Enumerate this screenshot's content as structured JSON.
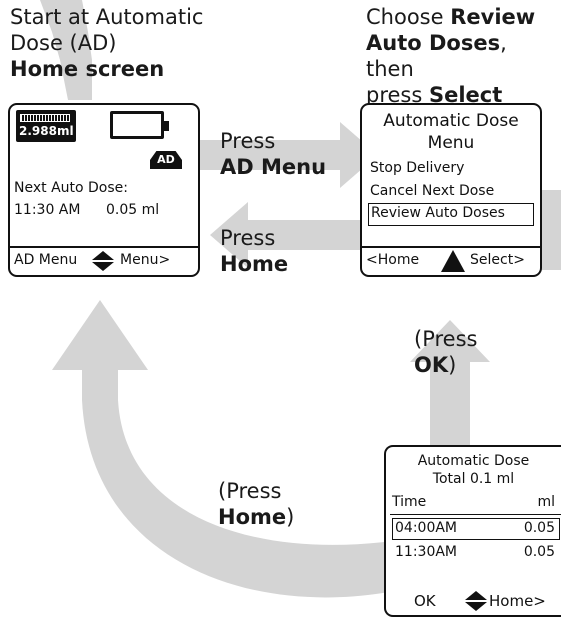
{
  "captions": {
    "start": {
      "line1": "Start at Automatic",
      "line2": "Dose (AD)",
      "line3": "Home screen"
    },
    "choose": {
      "line1_a": "Choose ",
      "line1_b": "Review",
      "line2_a": "Auto Doses",
      "line2_b": ", then",
      "line3_a": "press ",
      "line3_b": "Select"
    },
    "press_ad_menu": {
      "line1": "Press",
      "line2": "AD Menu"
    },
    "press_home": {
      "line1": "Press",
      "line2": "Home"
    },
    "press_ok": {
      "line1": "(Press",
      "line2_a": "OK",
      "line2_b": ")"
    },
    "press_home_paren": {
      "line1": "(Press",
      "line2_a": "Home",
      "line2_b": ")"
    }
  },
  "home_screen": {
    "reservoir": "2.988ml",
    "badge": "AD",
    "next_label": "Next Auto Dose:",
    "next_time": "11:30 AM",
    "next_amount": "0.05 ml",
    "left_soft_key": "AD Menu",
    "right_soft_key": "Menu>"
  },
  "menu_screen": {
    "title1": "Automatic Dose",
    "title2": "Menu",
    "items": [
      "Stop Delivery",
      "Cancel Next Dose",
      "Review Auto Doses"
    ],
    "left_soft_key": "<Home",
    "right_soft_key": "Select>"
  },
  "review_screen": {
    "title1": "Automatic Dose",
    "title2": "Total 0.1 ml",
    "col_time": "Time",
    "col_ml": "ml",
    "rows": [
      {
        "time": "04:00AM",
        "ml": "0.05"
      },
      {
        "time": "11:30AM",
        "ml": "0.05"
      }
    ],
    "left_soft_key": "OK",
    "right_soft_key": "Home>"
  },
  "colors": {
    "arrow": "#d4d4d4",
    "border": "#111111"
  }
}
